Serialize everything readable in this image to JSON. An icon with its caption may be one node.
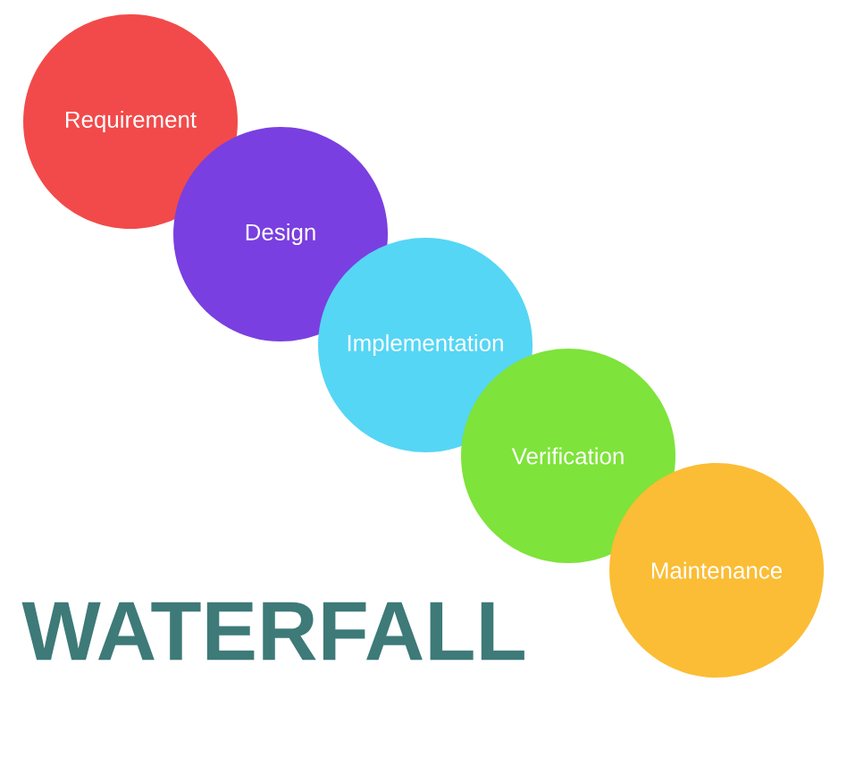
{
  "diagram": {
    "title": "WATERFALL",
    "nodes": [
      {
        "text": [
          "Requirement"
        ]
      },
      {
        "text": [
          "Design"
        ]
      },
      {
        "text": [
          "Implementation"
        ]
      },
      {
        "text": [
          "Verification"
        ]
      },
      {
        "text": [
          "Maintenance"
        ]
      }
    ]
  }
}
